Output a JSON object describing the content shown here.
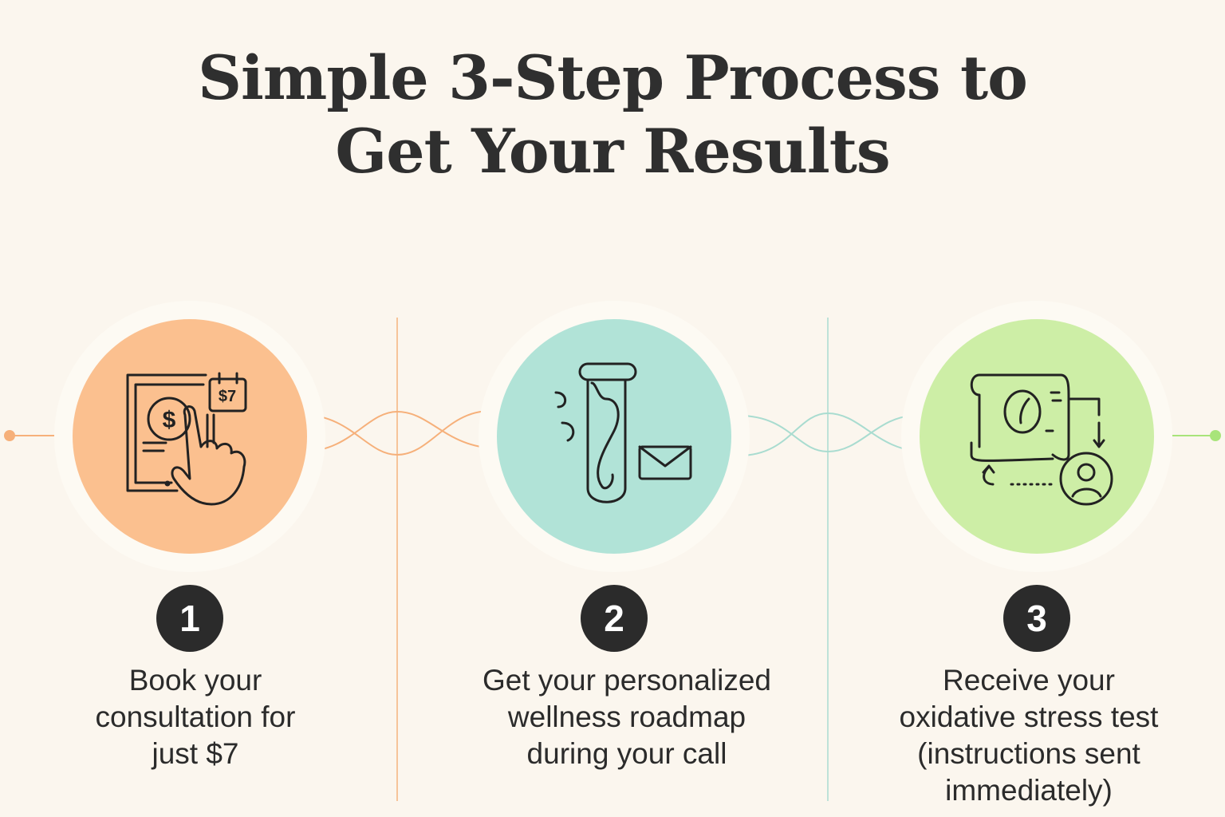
{
  "title": {
    "line1": "Simple 3-Step Process to",
    "line2": "Get Your Results"
  },
  "colors": {
    "background": "#fbf6ee",
    "step1": "#fbc08f",
    "step2": "#b1e3d7",
    "step3": "#cdeea6",
    "badge": "#2b2b2b"
  },
  "steps": [
    {
      "number": "1",
      "icon": "tablet-pay-tap-icon",
      "price_tag": "$7",
      "lines": [
        "Book your",
        "consultation for",
        "just $7"
      ]
    },
    {
      "number": "2",
      "icon": "test-tube-envelope-icon",
      "lines": [
        "Get your personalized",
        "wellness roadmap",
        "during your call"
      ]
    },
    {
      "number": "3",
      "icon": "scroll-user-cycle-icon",
      "lines": [
        "Receive your",
        "oxidative stress test",
        "(instructions sent",
        "immediately)"
      ]
    }
  ]
}
